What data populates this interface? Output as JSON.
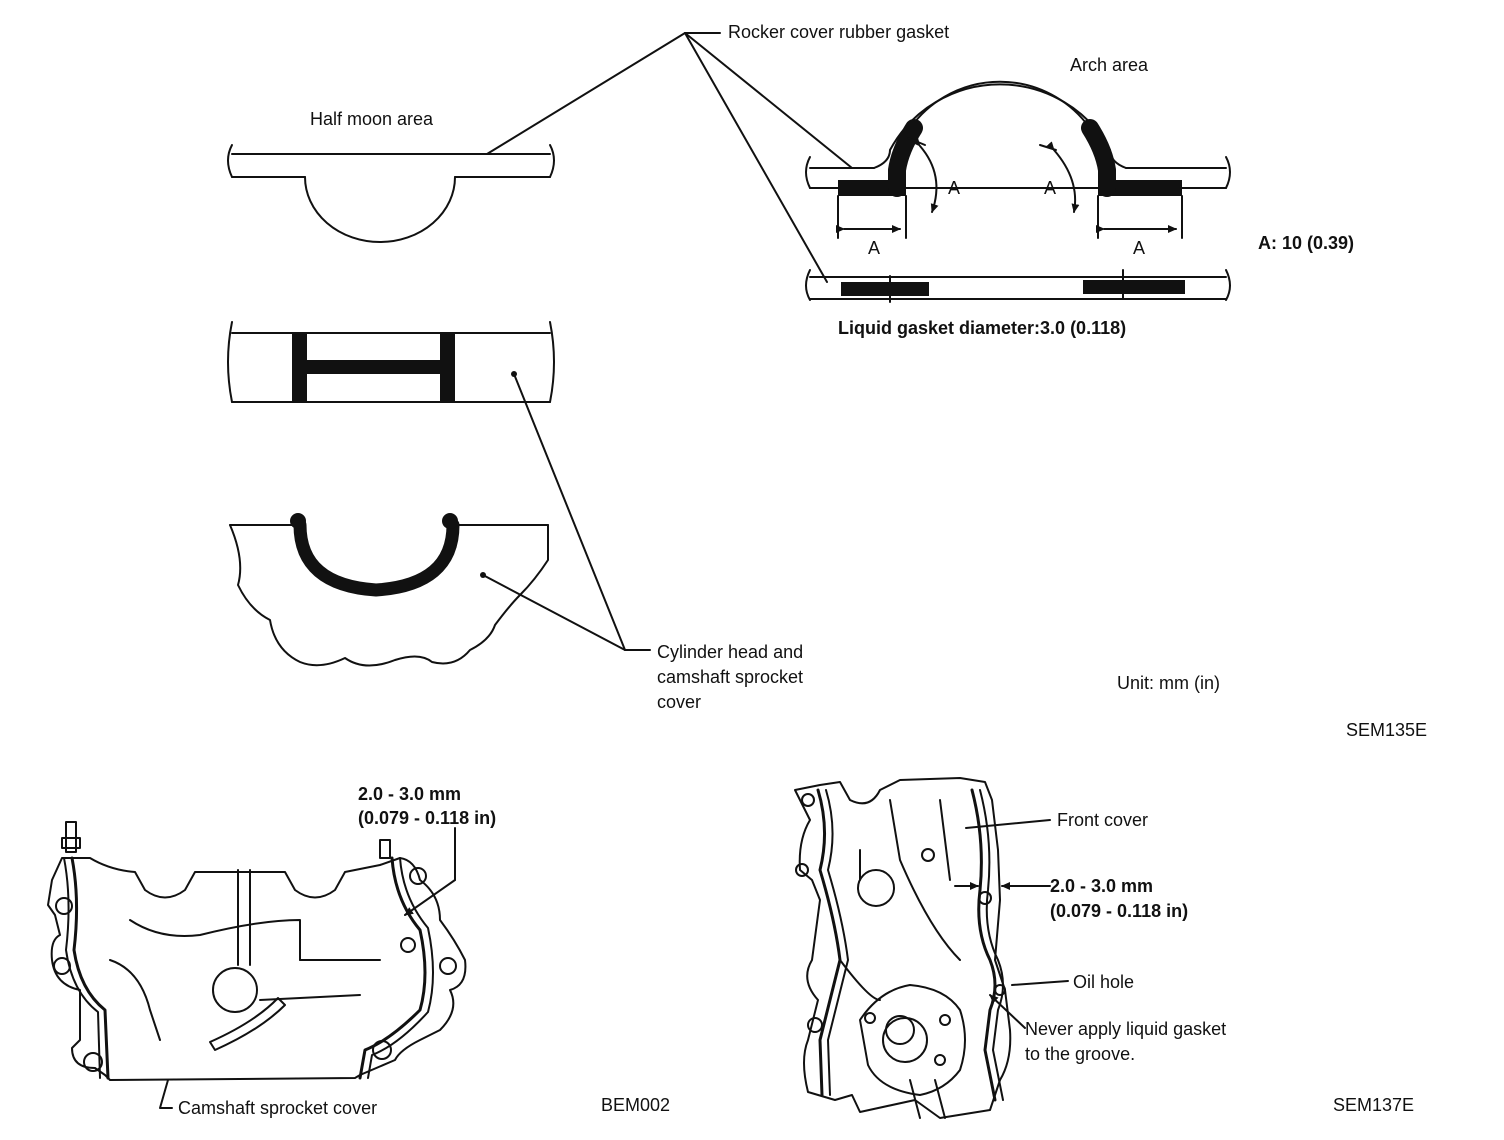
{
  "top_figure": {
    "rocker_cover_gasket": "Rocker cover rubber gasket",
    "arch_area": "Arch area",
    "half_moon_area": "Half moon area",
    "dimension_symbol": "A",
    "dimension_note": "A: 10 (0.39)",
    "liquid_gasket_diameter": "Liquid gasket diameter:3.0 (0.118)",
    "cylinder_head_line1": "Cylinder head and",
    "cylinder_head_line2": "camshaft sprocket",
    "cylinder_head_line3": "cover",
    "unit": "Unit: mm (in)",
    "figure_code": "SEM135E"
  },
  "bottom_left_figure": {
    "bead_width_line1": "2.0 - 3.0 mm",
    "bead_width_line2": "(0.079 - 0.118 in)",
    "part_label": "Camshaft sprocket cover",
    "figure_code": "BEM002"
  },
  "bottom_right_figure": {
    "front_cover": "Front cover",
    "bead_width_line1": "2.0 - 3.0 mm",
    "bead_width_line2": "(0.079 - 0.118 in)",
    "oil_hole": "Oil hole",
    "groove_note_line1": "Never apply liquid gasket",
    "groove_note_line2": "to the groove.",
    "figure_code": "SEM137E"
  }
}
